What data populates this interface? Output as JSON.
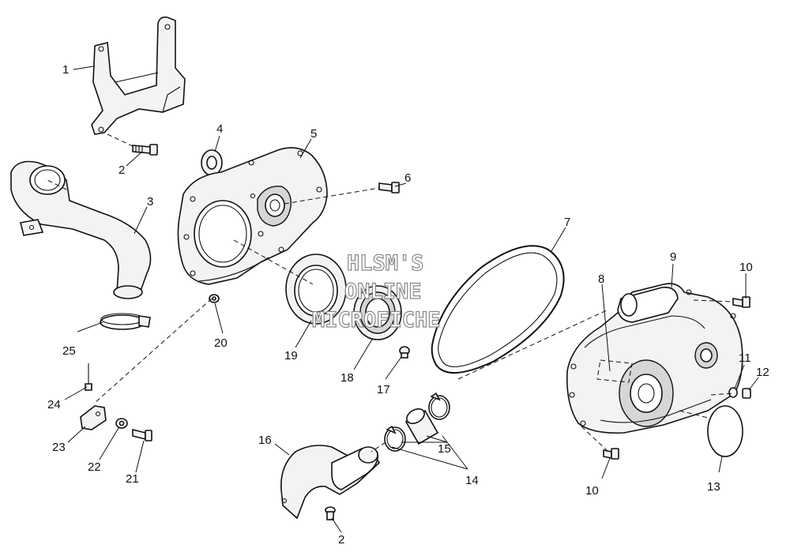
{
  "watermark": {
    "line1": "HLSM'S",
    "line2": "ONLINE",
    "line3": "MICROFICHE"
  },
  "callouts": {
    "c1": "1",
    "c2a": "2",
    "c2b": "2",
    "c3": "3",
    "c4": "4",
    "c5": "5",
    "c6": "6",
    "c7": "7",
    "c8": "8",
    "c9": "9",
    "c10a": "10",
    "c10b": "10",
    "c11": "11",
    "c12": "12",
    "c13": "13",
    "c14": "14",
    "c15": "15",
    "c16": "16",
    "c17": "17",
    "c18": "18",
    "c19": "19",
    "c20": "20",
    "c21": "21",
    "c22": "22",
    "c23": "23",
    "c24": "24",
    "c25": "25"
  }
}
